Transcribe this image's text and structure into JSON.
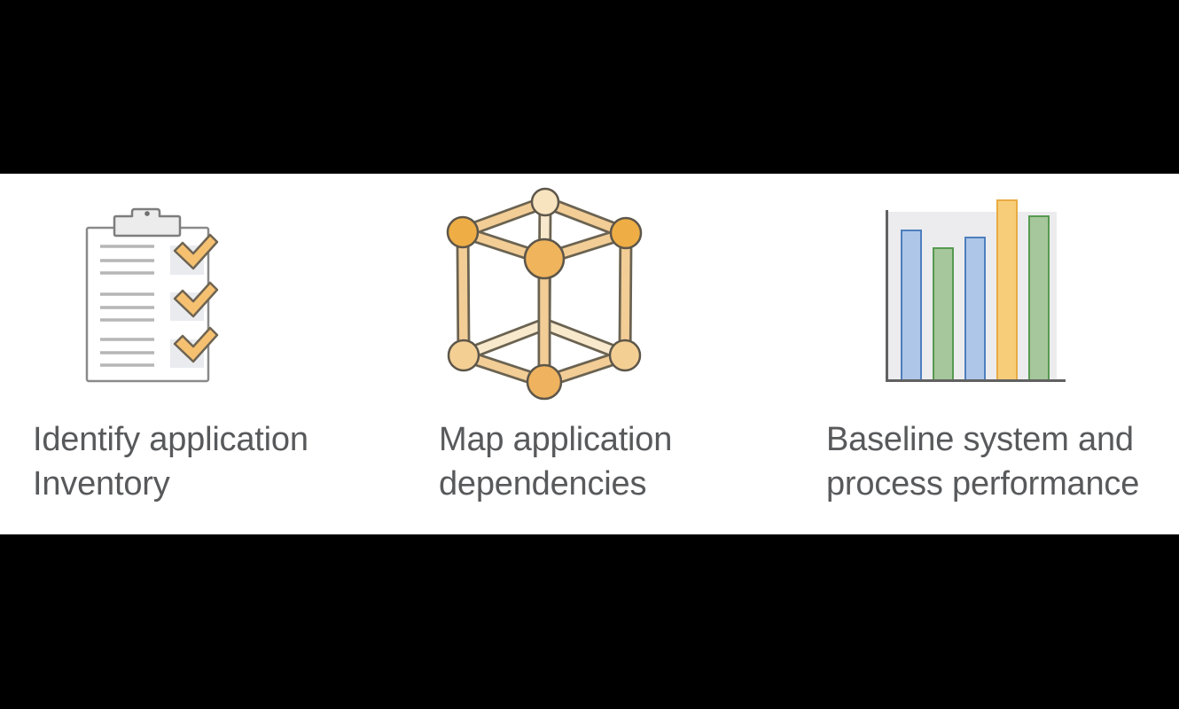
{
  "slide": {
    "background_color": "#000000",
    "band_background_color": "#ffffff",
    "text_color": "#58595b"
  },
  "features": [
    {
      "icon_name": "clipboard-checklist-icon",
      "label_line1": "Identify application",
      "label_line2": "Inventory",
      "icon_colors": {
        "paper_fill": "#ffffff",
        "paper_border": "#8a8a8a",
        "clip_fill": "#ececec",
        "clip_border": "#7d7d7d",
        "clip_dot": "#6f6f6f",
        "text_lines": "#b6b6b6",
        "checkbox_fill": "#e9ebef",
        "check_fill": "#f5c171",
        "check_border": "#6e6452"
      }
    },
    {
      "icon_name": "cube-network-icon",
      "label_line1": "Map application",
      "label_line2": "dependencies",
      "icon_colors": {
        "edge_border": "#6b6351",
        "edge_fill": "#f3cd96",
        "edge_light_fill": "#f8e9cd",
        "node_border": "#5d564a",
        "node_top": "#f8e4bf",
        "node_upper": "#eeae45",
        "node_center": "#f0b45c",
        "node_lower": "#f4cf94",
        "node_bottom": "#efb25e"
      }
    },
    {
      "icon_name": "bar-chart-icon",
      "label_line1": "Baseline system and",
      "label_line2": "process performance",
      "icon": {
        "panel_color": "#ececee",
        "axis_color": "#616161",
        "bars": [
          {
            "color": "blue",
            "height_ratio": 0.832
          },
          {
            "color": "green",
            "height_ratio": 0.734
          },
          {
            "color": "blue",
            "height_ratio": 0.793
          },
          {
            "color": "yellow",
            "height_ratio": 1.0
          },
          {
            "color": "green",
            "height_ratio": 0.911
          }
        ],
        "palette": {
          "blue": {
            "fill": "#aec6e8",
            "stroke": "#4d7fbe"
          },
          "green": {
            "fill": "#a6c69b",
            "stroke": "#569a51"
          },
          "yellow": {
            "fill": "#f8cd79",
            "stroke": "#e8ab43"
          }
        }
      }
    }
  ]
}
